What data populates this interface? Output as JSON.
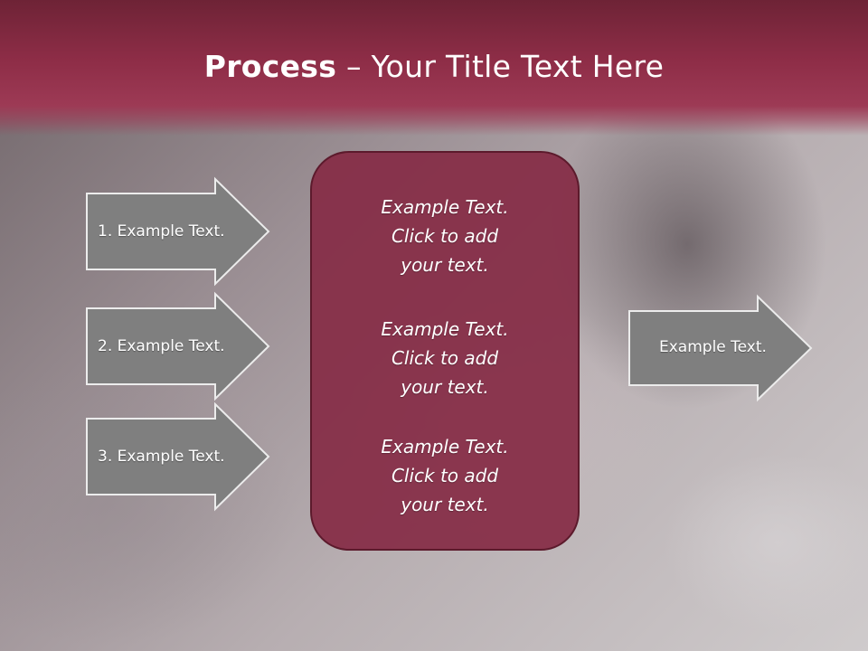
{
  "title": {
    "bold": "Process",
    "dash": " – ",
    "rest": "Your Title Text Here"
  },
  "left_arrows": [
    {
      "label": "1. Example Text."
    },
    {
      "label": "2. Example Text."
    },
    {
      "label": "3. Example Text."
    }
  ],
  "center_box": {
    "blocks": [
      {
        "line1": "Example Text.",
        "line2": "Click  to add",
        "line3": "your text."
      },
      {
        "line1": "Example Text.",
        "line2": "Click  to add",
        "line3": "your text."
      },
      {
        "line1": "Example Text.",
        "line2": "Click  to add",
        "line3": "your text."
      }
    ]
  },
  "right_arrow": {
    "label": "Example Text."
  },
  "colors": {
    "header": "#8e2d47",
    "center_box": "#852c46",
    "arrow_fill": "#7f7f7f",
    "text": "#ffffff"
  }
}
